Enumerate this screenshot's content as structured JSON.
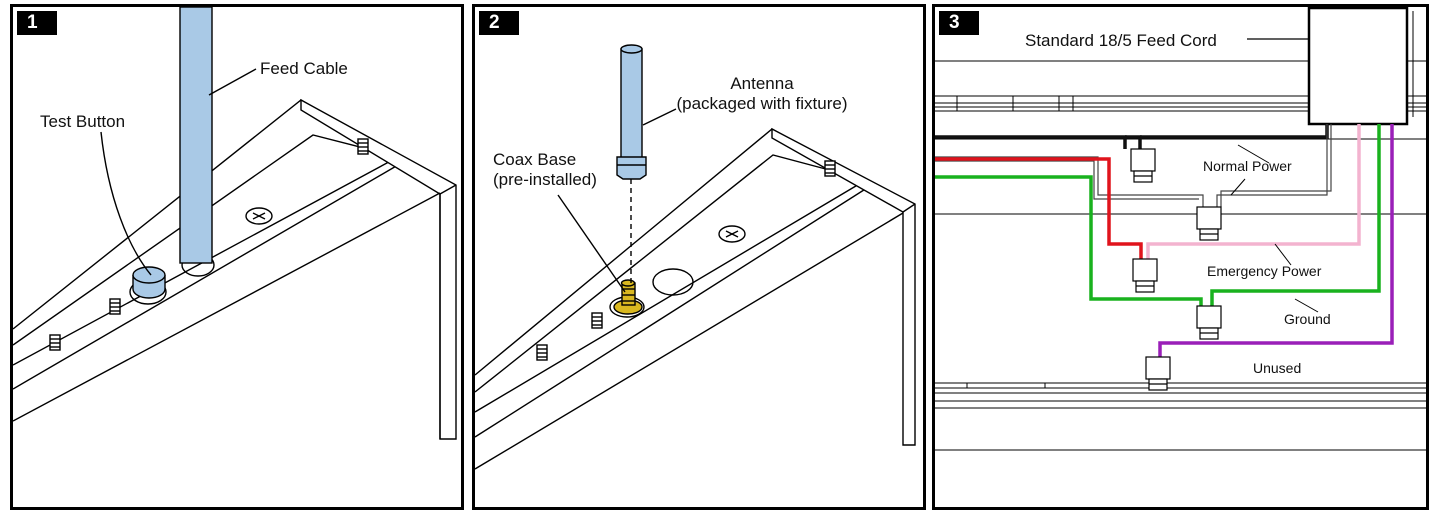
{
  "panels": [
    {
      "number": "1",
      "labels": {
        "feed_cable": "Feed Cable",
        "test_button": "Test Button"
      }
    },
    {
      "number": "2",
      "labels": {
        "antenna": "Antenna",
        "antenna_note": "(packaged with fixture)",
        "coax_base": "Coax Base",
        "coax_note": "(pre-installed)"
      }
    },
    {
      "number": "3",
      "labels": {
        "feed_cord": "Standard 18/5 Feed Cord",
        "normal_power": "Normal Power",
        "emergency_power": "Emergency Power",
        "ground": "Ground",
        "unused": "Unused"
      }
    }
  ],
  "colors": {
    "cable_blue": "#a9c9e6",
    "wire_black": "#111111",
    "wire_red": "#e0131c",
    "wire_pink": "#f3b3cf",
    "wire_green": "#19b21e",
    "wire_purple": "#9a1fb8",
    "brass": "#d9b820"
  }
}
